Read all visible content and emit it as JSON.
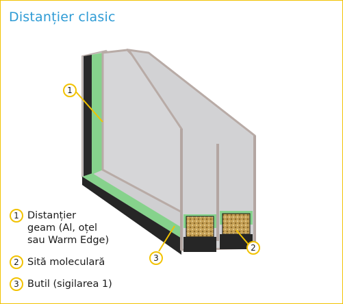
{
  "title": "Distanțier clasic",
  "callouts": {
    "c1": "1",
    "c2": "2",
    "c3": "3"
  },
  "legend": [
    {
      "number": "1",
      "text": "Distanțier\ngeam (Al, oțel\nsau Warm Edge)"
    },
    {
      "number": "2",
      "text": "Sită moleculară"
    },
    {
      "number": "3",
      "text": "Butil (sigilarea 1)"
    }
  ],
  "colors": {
    "border": "#f2c200",
    "title": "#2e9bd5",
    "glass": "#d4d4d6",
    "glass_edge": "#b7a9a6",
    "spacer_green": "#86d28c",
    "butyl": "#2b2b2b",
    "sieve": "#c9a558"
  }
}
